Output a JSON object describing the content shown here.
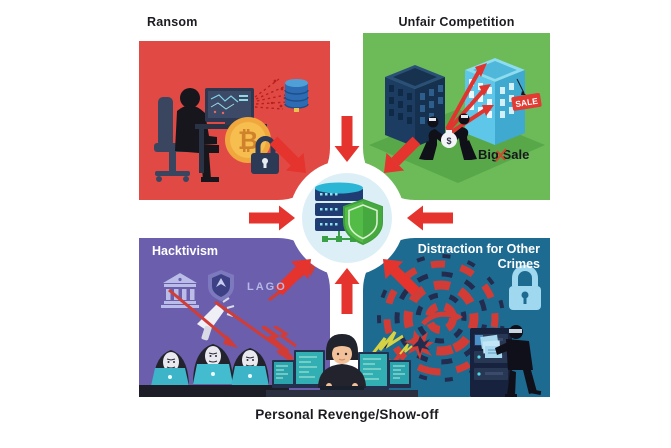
{
  "diagram": {
    "subject": "reasons-for-cyberattacks-infographic",
    "labels": {
      "ransom": "Ransom",
      "unfair_competition": "Unfair Competition",
      "hacktivism": "Hacktivism",
      "distraction": "Distraction for Other Crimes",
      "personal_revenge": "Personal Revenge/Show-off",
      "big_sale": "Big Sale",
      "sale_sign": "SALE",
      "lago": "LAGO"
    },
    "icons": {
      "bitcoin_glyph": "₿",
      "dollar_glyph": "$",
      "center_icon": "protected-server-with-shield",
      "quadrant_icons": {
        "ransom": [
          "hacker-at-desk",
          "monitor",
          "bitcoin-coin",
          "padlock",
          "database"
        ],
        "unfair_competition": [
          "dark-building",
          "light-building",
          "attack-arrows",
          "sale-tag",
          "money-exchange-figures"
        ],
        "hacktivism": [
          "bank-building",
          "lago-badge",
          "megaphone",
          "anonymous-hackers-with-laptops"
        ],
        "distraction": [
          "padlock",
          "ddos-vortex",
          "lightning",
          "server-rack",
          "data-thief"
        ],
        "personal_revenge": [
          "boy-at-multi-monitor-desk",
          "zigzag-attack-arrows",
          "explosion"
        ]
      }
    },
    "colors": {
      "ransom_bg": "#e14a44",
      "competition_bg": "#6cba58",
      "hacktivism_bg": "#6a5ead",
      "distraction_bg": "#1e6b92",
      "arrow_red": "#e5332d",
      "shield_green": "#53bc47",
      "server_navy": "#1f3d72",
      "server_top_teal": "#2cb6d6",
      "bitcoin_gold": "#f0a73e",
      "sale_sign_red": "#e23b33",
      "hub_inner": "#ddeff6",
      "title_text": "#1b1b21",
      "quadrant_label_text": "#ffffff"
    }
  }
}
